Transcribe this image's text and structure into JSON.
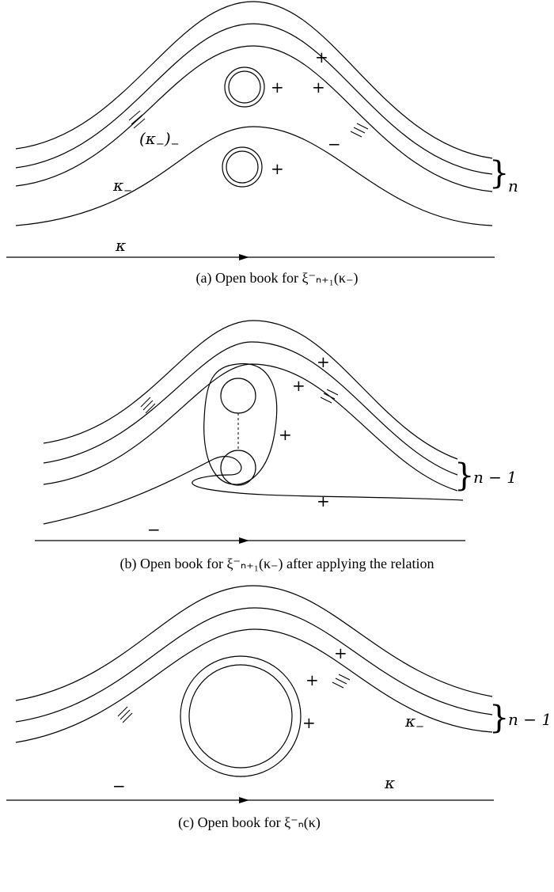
{
  "symbols": {
    "plus": "+",
    "minus": "−",
    "kappa": "κ",
    "kappa_minus": "κ",
    "kappa_minus_sub": "−",
    "kappa_minus_minus_open": "(κ",
    "kappa_minus_minus_close": ")",
    "n": "n",
    "n_minus_1": "n − 1",
    "brace": "}"
  },
  "captions": {
    "a": "(a) Open book for ξ⁻ₙ₊₁(κ₋)",
    "b": "(b) Open book for ξ⁻ₙ₊₁(κ₋) after applying the relation",
    "c": "(c) Open book for ξ⁻ₙ(κ)"
  }
}
